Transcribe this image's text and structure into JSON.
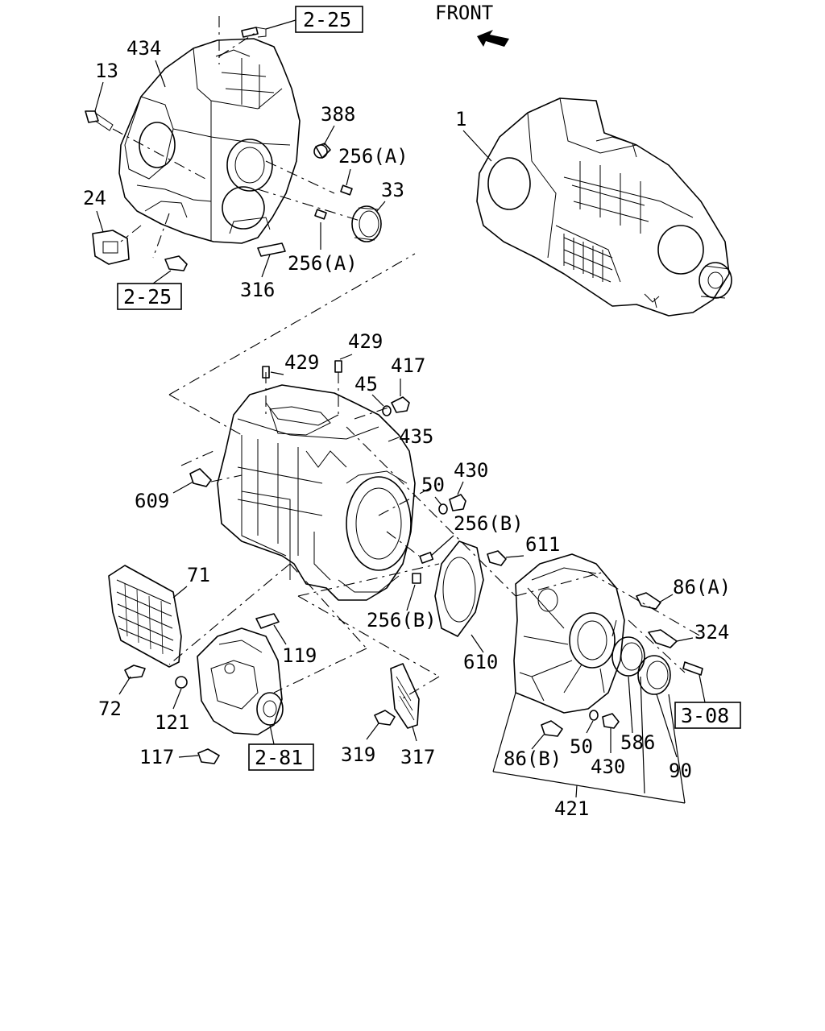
{
  "diagram": {
    "front_label": "FRONT",
    "parts": {
      "p434": "434",
      "p13": "13",
      "p388": "388",
      "p256A_1": "256(A)",
      "p33": "33",
      "p24": "24",
      "p256A_2": "256(A)",
      "p316": "316",
      "p1": "1",
      "p429a": "429",
      "p429b": "429",
      "p45": "45",
      "p417": "417",
      "p435": "435",
      "p430a": "430",
      "p50a": "50",
      "p609": "609",
      "p256B_1": "256(B)",
      "p611": "611",
      "p71": "71",
      "p86A": "86(A)",
      "p324": "324",
      "p256B_2": "256(B)",
      "p119": "119",
      "p610": "610",
      "p72": "72",
      "p121": "121",
      "p86B": "86(B)",
      "p50b": "50",
      "p586": "586",
      "p90": "90",
      "p430b": "430",
      "p117": "117",
      "p319": "319",
      "p317": "317",
      "p421": "421"
    },
    "refs": {
      "r225_top": "2-25",
      "r225_left": "2-25",
      "r308": "3-08",
      "r281": "2-81"
    }
  }
}
